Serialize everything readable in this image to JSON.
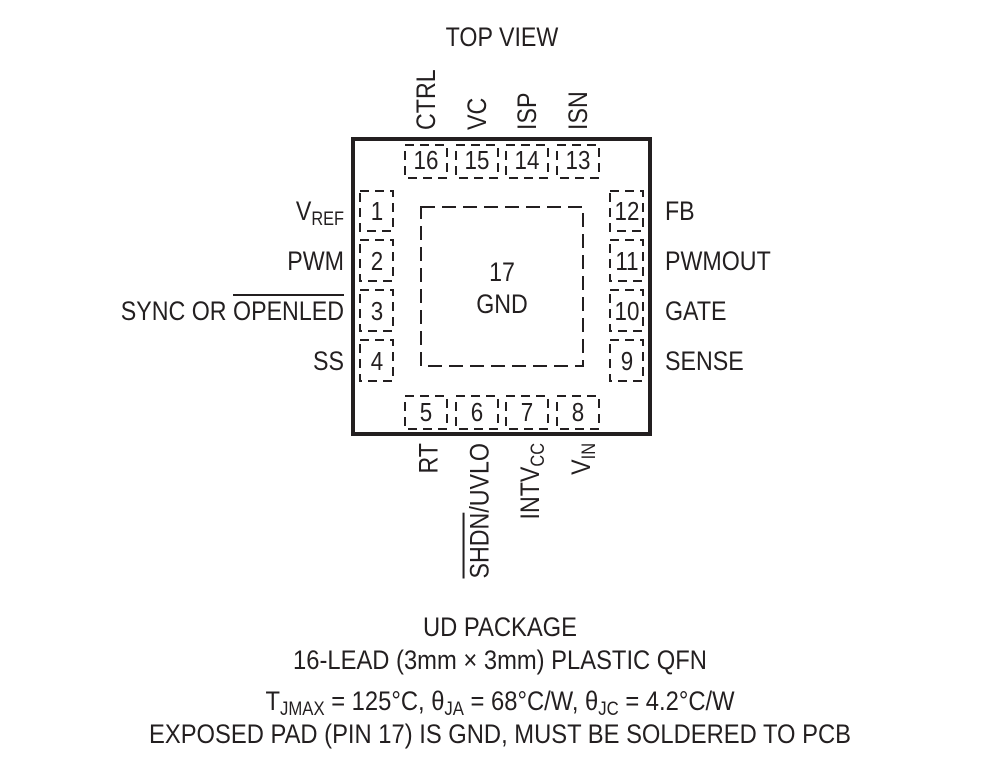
{
  "header": {
    "title": "TOP VIEW"
  },
  "pins": {
    "p1": {
      "num": "1",
      "name": "V",
      "sub": "REF"
    },
    "p2": {
      "num": "2",
      "name": "PWM"
    },
    "p3": {
      "num": "3",
      "name_prefix": "SYNC OR ",
      "name_overbar": "OPENLED"
    },
    "p4": {
      "num": "4",
      "name": "SS"
    },
    "p5": {
      "num": "5",
      "name": "RT"
    },
    "p6": {
      "num": "6",
      "name_overbar": "SHDN",
      "name_suffix": "/UVLO"
    },
    "p7": {
      "num": "7",
      "name": "INTV",
      "sub": "CC"
    },
    "p8": {
      "num": "8",
      "name": "V",
      "sub": "IN"
    },
    "p9": {
      "num": "9",
      "name": "SENSE"
    },
    "p10": {
      "num": "10",
      "name": "GATE"
    },
    "p11": {
      "num": "11",
      "name": "PWMOUT"
    },
    "p12": {
      "num": "12",
      "name": "FB"
    },
    "p13": {
      "num": "13",
      "name": "ISN"
    },
    "p14": {
      "num": "14",
      "name": "ISP"
    },
    "p15": {
      "num": "15",
      "name": "VC"
    },
    "p16": {
      "num": "16",
      "name": "CTRL"
    },
    "p17": {
      "num": "17",
      "name": "GND"
    }
  },
  "footer": {
    "package": "UD PACKAGE",
    "lead_prefix": "16-LEAD (3mm ",
    "times": "×",
    "lead_suffix": " 3mm) PLASTIC QFN",
    "thermal": {
      "t": "T",
      "t_sub": "JMAX",
      "t_val": " = 125°C, ",
      "theta1": "θ",
      "theta1_sub": "JA",
      "theta1_val": " = 68°C/W, ",
      "theta2": "θ",
      "theta2_sub": "JC",
      "theta2_val": " = 4.2°C/W"
    },
    "note": "EXPOSED PAD (PIN 17) IS GND, MUST BE SOLDERED TO PCB"
  }
}
